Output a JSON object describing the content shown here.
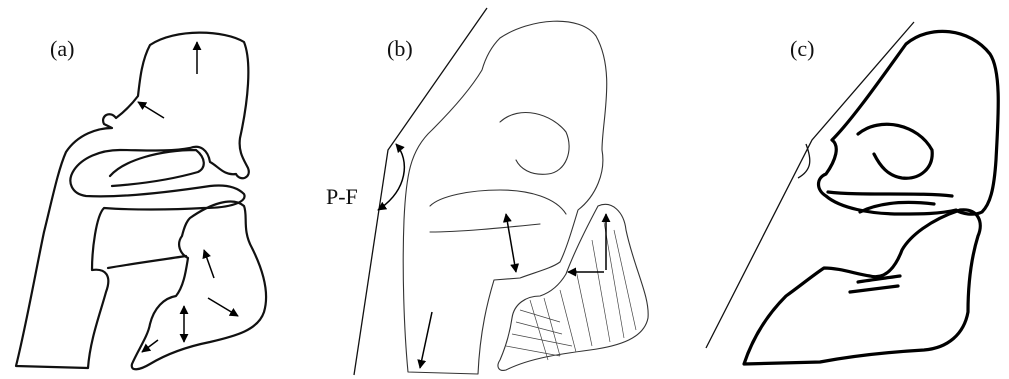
{
  "figure": {
    "panels": [
      {
        "id": "a",
        "label": "(a)"
      },
      {
        "id": "b",
        "label": "(b)"
      },
      {
        "id": "c",
        "label": "(c)"
      }
    ],
    "angle_label": "P-F"
  }
}
